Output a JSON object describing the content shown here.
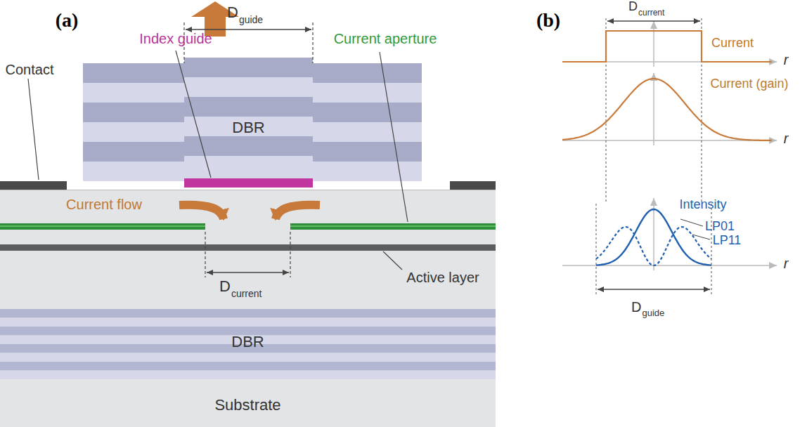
{
  "diagram": {
    "nodes": [
      {
        "text": [
          "DBR"
        ]
      },
      {
        "text": [
          "DBR"
        ]
      },
      {
        "text": [
          "Substrate"
        ]
      }
    ],
    "labels": [
      "(a)",
      "Index guide",
      "D",
      "guide",
      "Contact",
      "Current aperture",
      "Current flow",
      "D",
      "current",
      "Active layer",
      "(b)",
      "D",
      "current",
      "Current",
      "r",
      "Current (gain)",
      "r",
      "Intensity",
      "LP01",
      "LP11",
      "r",
      "D",
      "guide"
    ]
  }
}
